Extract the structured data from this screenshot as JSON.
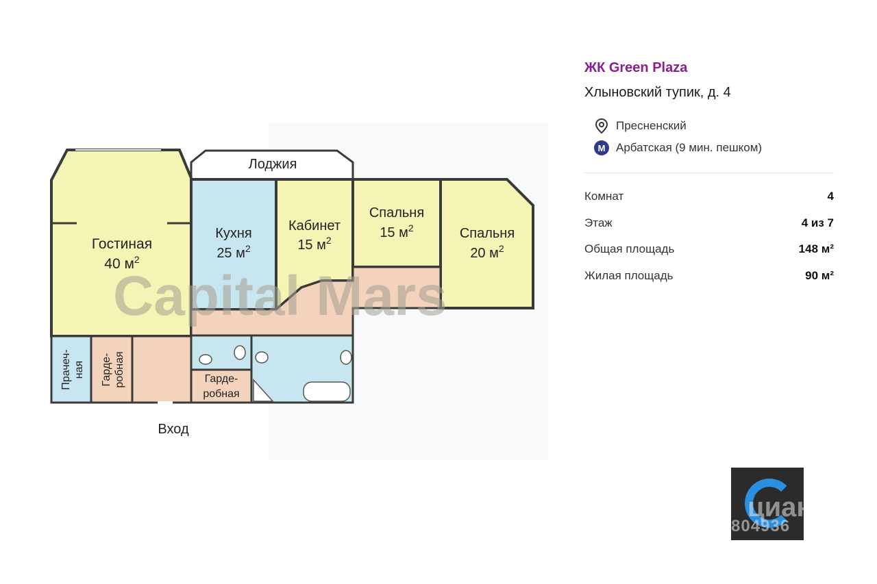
{
  "plan": {
    "loggia": "Лоджия",
    "living_room": {
      "name": "Гостиная",
      "area": "40 м",
      "sup": "2"
    },
    "kitchen": {
      "name": "Кухня",
      "area": "25 м",
      "sup": "2"
    },
    "office": {
      "name": "Кабинет",
      "area": "15 м",
      "sup": "2"
    },
    "bedroom1": {
      "name": "Спальня",
      "area": "15 м",
      "sup": "2"
    },
    "bedroom2": {
      "name": "Спальня",
      "area": "20 м",
      "sup": "2"
    },
    "laundry": {
      "line1": "Прачеч-",
      "line2": "ная"
    },
    "wardrobe1": {
      "line1": "Гарде-",
      "line2": "робная"
    },
    "wardrobe2": {
      "line1": "Гарде-",
      "line2": "робная"
    },
    "entrance": "Вход",
    "watermark": "Capital Mars"
  },
  "info": {
    "complex": "ЖК Green Plaza",
    "address": "Хлыновский тупик, д. 4",
    "district": "Пресненский",
    "metro": "Арбатская (9 мин. пешком)",
    "metro_icon": "М",
    "stats": [
      {
        "label": "Комнат",
        "value": "4"
      },
      {
        "label": "Этаж",
        "value": "4 из 7"
      },
      {
        "label": "Общая площадь",
        "value": "148 м²"
      },
      {
        "label": "Жилая площадь",
        "value": "90 м²"
      }
    ]
  },
  "logo": {
    "text": "циан",
    "id": "804936"
  },
  "colors": {
    "yellow": "#f4f4b4",
    "blue": "#c8e6ef",
    "peach": "#f3d3bc",
    "wall": "#3a3a3a",
    "accent": "#8a1d8f"
  }
}
